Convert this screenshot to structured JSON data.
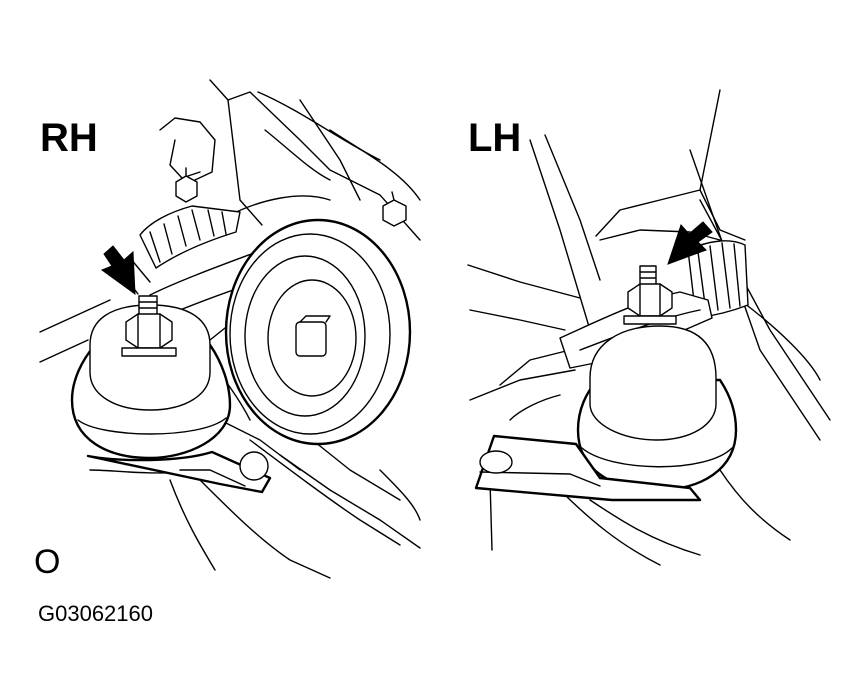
{
  "labels": {
    "right_side": "RH",
    "left_side": "LH",
    "marker": "O",
    "figure_code": "G03062160"
  },
  "callouts": [
    {
      "name": "rh-mount-nut-arrow",
      "icon": "arrow-down-right"
    },
    {
      "name": "lh-mount-nut-arrow",
      "icon": "arrow-down-left"
    }
  ],
  "colors": {
    "ink": "#000000",
    "paper": "#ffffff"
  }
}
